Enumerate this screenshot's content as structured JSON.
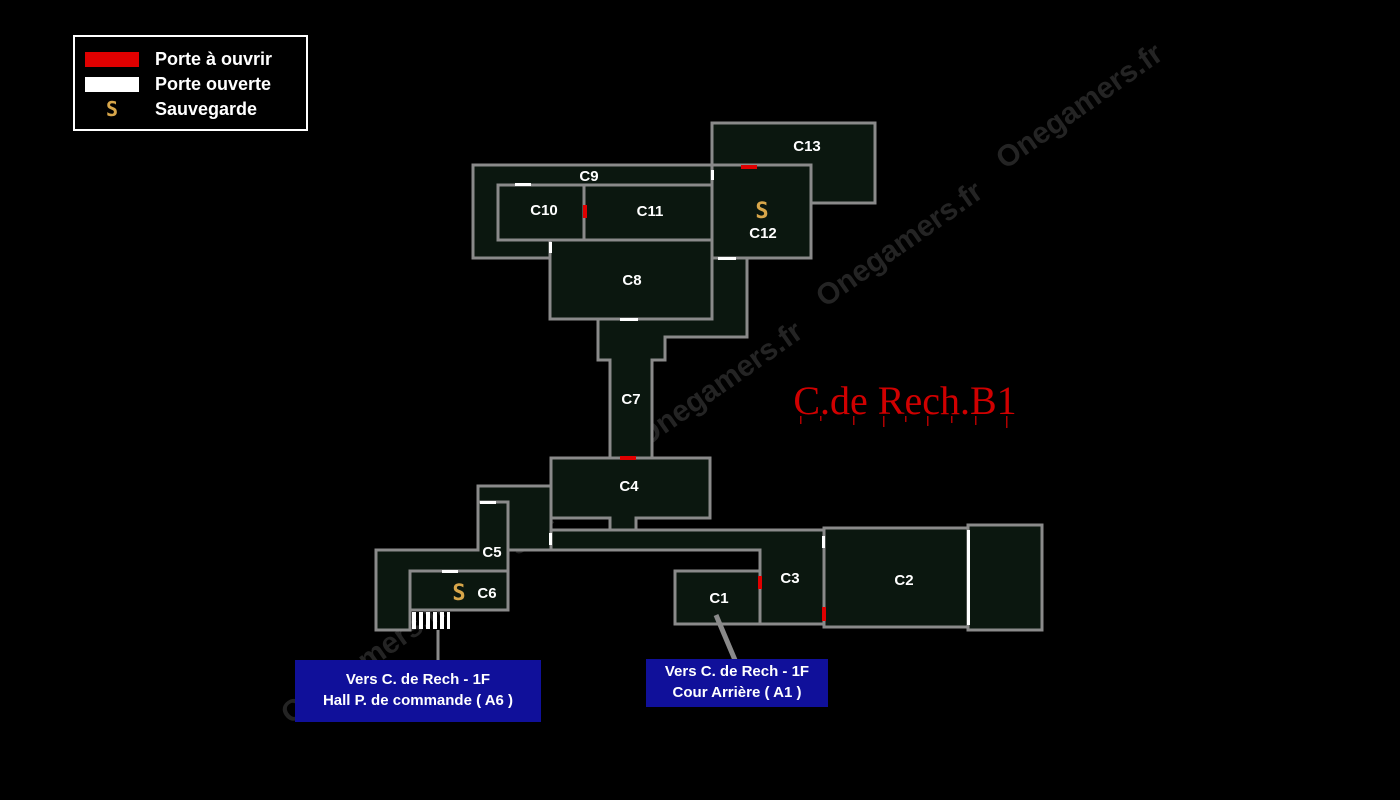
{
  "legend": {
    "door_closed_label": "Porte à ouvrir",
    "door_open_label": "Porte ouverte",
    "save_label": "Sauvegarde",
    "save_symbol": "S",
    "door_closed_color": "#e00000",
    "door_open_color": "#ffffff",
    "save_color": "#d8a64a"
  },
  "map_title": "C.de Rech.B1",
  "watermark": "Onegamers.fr",
  "rooms": {
    "c1": "C1",
    "c2": "C2",
    "c3": "C3",
    "c4": "C4",
    "c5": "C5",
    "c6": "C6",
    "c7": "C7",
    "c8": "C8",
    "c9": "C9",
    "c10": "C10",
    "c11": "C11",
    "c12": "C12",
    "c13": "C13"
  },
  "save_symbol": "S",
  "exits": {
    "a6": {
      "line1": "Vers C. de Rech - 1F",
      "line2": "Hall P. de commande ( A6 )"
    },
    "a1": {
      "line1": "Vers C. de Rech - 1F",
      "line2": "Cour Arrière ( A1 )"
    }
  }
}
